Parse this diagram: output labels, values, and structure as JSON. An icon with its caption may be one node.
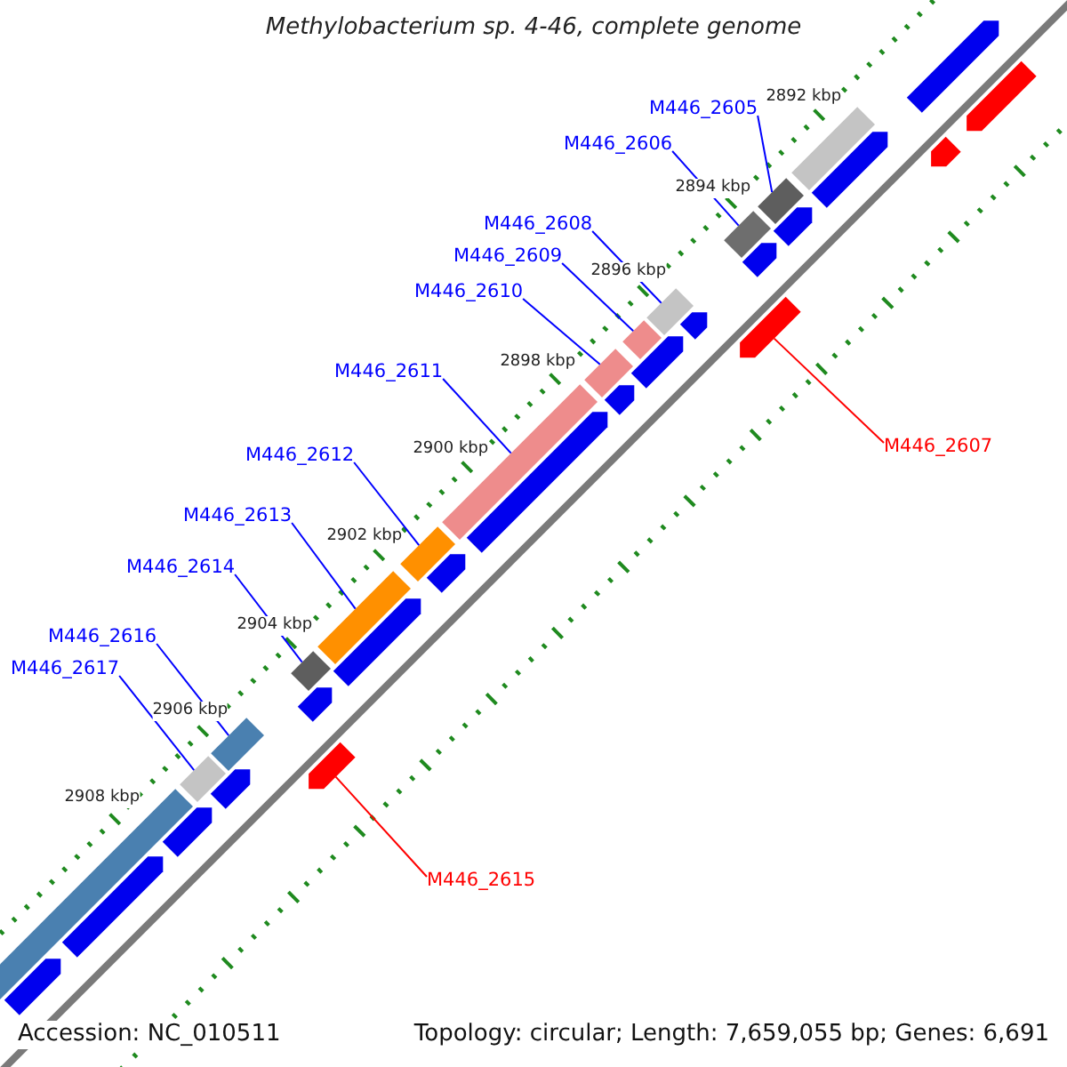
{
  "diagram": {
    "title": "Methylobacterium sp. 4-46, complete genome",
    "nodes": [
      {
        "text": [
          "M446_2605"
        ]
      },
      {
        "text": [
          "M446_2606"
        ]
      },
      {
        "text": [
          "M446_2608"
        ]
      },
      {
        "text": [
          "M446_2609"
        ]
      },
      {
        "text": [
          "M446_2610"
        ]
      },
      {
        "text": [
          "M446_2611"
        ]
      },
      {
        "text": [
          "M446_2607"
        ]
      },
      {
        "text": [
          "M446_2612"
        ]
      },
      {
        "text": [
          "M446_2613"
        ]
      },
      {
        "text": [
          "M446_2614"
        ]
      },
      {
        "text": [
          "M446_2616"
        ]
      },
      {
        "text": [
          "M446_2617"
        ]
      },
      {
        "text": [
          "M446_2615"
        ]
      },
      {
        "text": [],
        "shape": "bar"
      },
      {
        "text": [],
        "shape": "bar"
      },
      {
        "text": [],
        "shape": "bar"
      },
      {
        "text": [],
        "shape": "bar"
      },
      {
        "text": [],
        "shape": "bar"
      },
      {
        "text": [],
        "shape": "bar"
      },
      {
        "text": [],
        "shape": "bar"
      },
      {
        "text": [],
        "shape": "bar"
      },
      {
        "text": [],
        "shape": "bar"
      },
      {
        "text": [],
        "shape": "bar"
      },
      {
        "text": [],
        "shape": "bar"
      },
      {
        "text": [],
        "shape": "bar"
      },
      {
        "text": [],
        "shape": "bar"
      },
      {
        "text": [],
        "shape": "bar"
      },
      {
        "text": [],
        "shape": "bar"
      },
      {
        "text": [],
        "shape": "bar"
      },
      {
        "text": [],
        "shape": "bar"
      },
      {
        "text": [],
        "shape": "bar"
      },
      {
        "text": [],
        "shape": "bar"
      },
      {
        "text": [],
        "shape": "bar"
      },
      {
        "text": [],
        "shape": "bar"
      },
      {
        "text": [],
        "shape": "bar"
      },
      {
        "text": [],
        "shape": "bar"
      },
      {
        "text": [],
        "shape": "bar"
      },
      {
        "text": [],
        "shape": "bar"
      },
      {
        "text": [],
        "shape": "bar"
      },
      {
        "text": [],
        "shape": "bar"
      },
      {
        "text": [],
        "shape": "bar"
      },
      {
        "text": [],
        "shape": "bar"
      },
      {
        "text": [],
        "shape": "bar"
      },
      {
        "text": [],
        "shape": "bar"
      },
      {
        "text": [],
        "shape": "bar"
      }
    ],
    "edges": [
      {
        "from": 0,
        "to": 13,
        "arrow": "none"
      },
      {
        "from": 1,
        "to": 14,
        "arrow": "none"
      },
      {
        "from": 2,
        "to": 15,
        "arrow": "none"
      },
      {
        "from": 3,
        "to": 16,
        "arrow": "none"
      },
      {
        "from": 4,
        "to": 17,
        "arrow": "none"
      },
      {
        "from": 5,
        "to": 18,
        "arrow": "none"
      },
      {
        "from": 6,
        "to": 19,
        "arrow": "none",
        "color": "#ff0000"
      },
      {
        "from": 7,
        "to": 20,
        "arrow": "none"
      },
      {
        "from": 8,
        "to": 21,
        "arrow": "none"
      },
      {
        "from": 9,
        "to": 22,
        "arrow": "none"
      },
      {
        "from": 10,
        "to": 23,
        "arrow": "none"
      },
      {
        "from": 11,
        "to": 24,
        "arrow": "none"
      },
      {
        "from": 12,
        "to": 25,
        "arrow": "none",
        "color": "#ff0000"
      }
    ],
    "labels": [
      "2892 kbp",
      "2894 kbp",
      "2896 kbp",
      "2898 kbp",
      "2900 kbp",
      "2902 kbp",
      "2904 kbp",
      "2906 kbp",
      "2908 kbp",
      "Accession: NC_010511",
      "Topology: circular; Length: 7,659,055 bp; Genes: 6,691"
    ]
  }
}
